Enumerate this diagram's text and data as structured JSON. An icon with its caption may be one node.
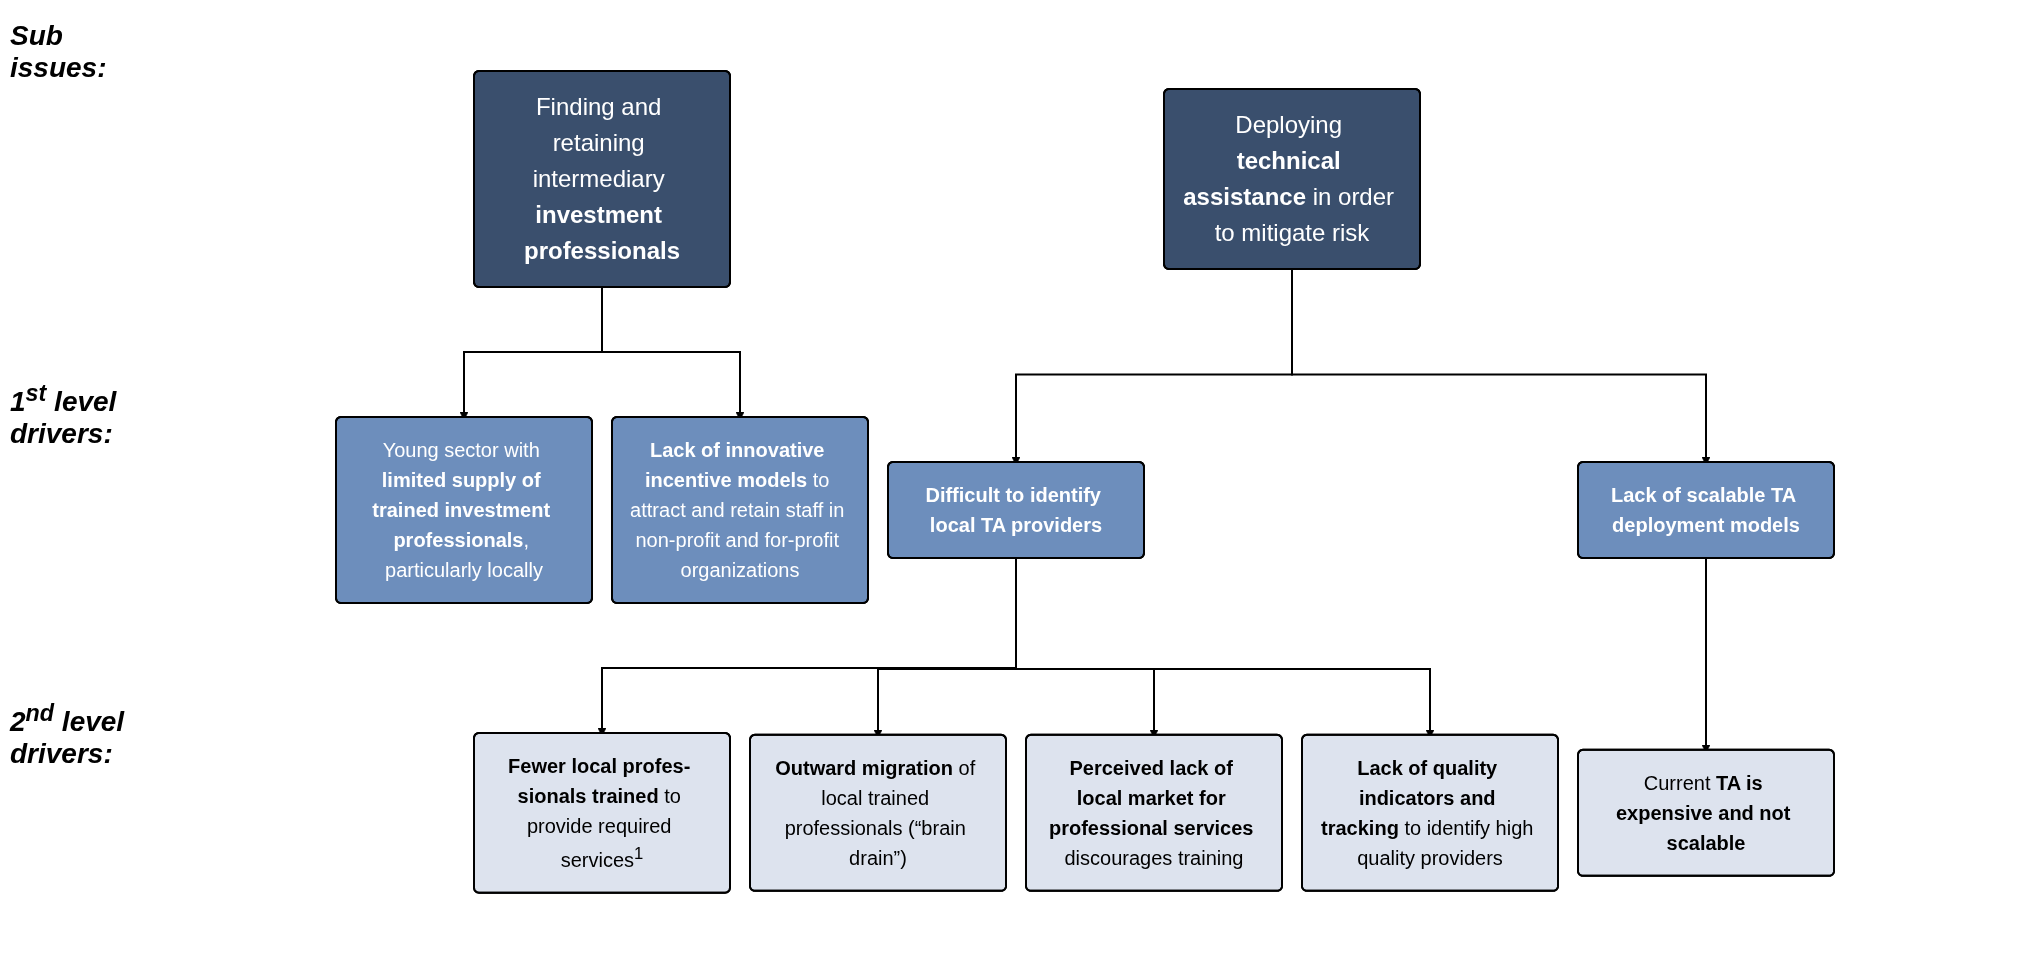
{
  "diagram": {
    "nodes": [
      {
        "text": [
          "Finding and retaining intermediary **investment professionals**"
        ]
      },
      {
        "text": [
          "Deploying **technical assistance** in order to mitigate risk"
        ]
      },
      {
        "text": [
          "Young sector with **limited supply of trained investment professionals**, particularly locally"
        ]
      },
      {
        "text": [
          "**Lack of innovative incentive models** to attract and retain staff in non-profit and for-profit organizations"
        ]
      },
      {
        "text": [
          "**Difficult to identify local TA providers**"
        ]
      },
      {
        "text": [
          "**Lack of scalable TA deployment models**"
        ]
      },
      {
        "text": [
          "**Fewer local profes- sionals trained** to provide required services$^{1}$"
        ]
      },
      {
        "text": [
          "**Outward migration** of local trained professionals (“brain drain”)"
        ]
      },
      {
        "text": [
          "**Perceived lack of local market for professional services** discourages training"
        ]
      },
      {
        "text": [
          "**Lack of quality indicators and tracking** to identify high quality providers"
        ]
      },
      {
        "text": [
          "Current **TA is expensive and not scalable**"
        ]
      }
    ],
    "edges": [
      {
        "from": 0,
        "to": 2,
        "arrow": "to"
      },
      {
        "from": 0,
        "to": 3,
        "arrow": "to"
      },
      {
        "from": 1,
        "to": 4,
        "arrow": "to"
      },
      {
        "from": 1,
        "to": 5,
        "arrow": "to"
      },
      {
        "from": 4,
        "to": 6,
        "arrow": "to"
      },
      {
        "from": 4,
        "to": 7,
        "arrow": "to"
      },
      {
        "from": 4,
        "to": 8,
        "arrow": "to"
      },
      {
        "from": 4,
        "to": 9,
        "arrow": "to"
      },
      {
        "from": 5,
        "to": 10,
        "arrow": "to"
      }
    ],
    "labels": [
      "Sub issues:",
      "1$^{st}$ level drivers:",
      "2$^{nd}$ level drivers:"
    ]
  }
}
